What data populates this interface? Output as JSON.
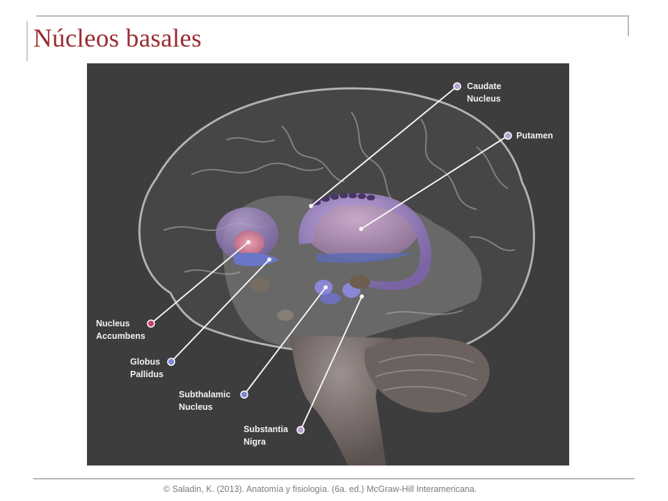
{
  "slide": {
    "title": "Núcleos basales",
    "citation": "© Saladin, K. (2013). Anatomía y fisiología. (6a. ed.) McGraw-Hill Interamericana."
  },
  "figure": {
    "labels": [
      {
        "id": "caudate",
        "lines": [
          "Caudate",
          "Nucleus"
        ],
        "dot_color": "#b7a2d6"
      },
      {
        "id": "putamen",
        "lines": [
          "Putamen"
        ],
        "dot_color": "#b7a2d6"
      },
      {
        "id": "accumbens",
        "lines": [
          "Nucleus",
          "Accumbens"
        ],
        "dot_color": "#c8426a"
      },
      {
        "id": "globus",
        "lines": [
          "Globus",
          "Pallidus"
        ],
        "dot_color": "#7f86d4"
      },
      {
        "id": "subthalamic",
        "lines": [
          "Subthalamic",
          "Nucleus"
        ],
        "dot_color": "#7f86d4"
      },
      {
        "id": "nigra",
        "lines": [
          "Substantia",
          "Nigra"
        ],
        "dot_color": "#b7a2d6"
      }
    ]
  },
  "colors": {
    "title": "#9b2c2f",
    "figure_background": "#3d3d3d",
    "rules": "#b8b8b8"
  }
}
